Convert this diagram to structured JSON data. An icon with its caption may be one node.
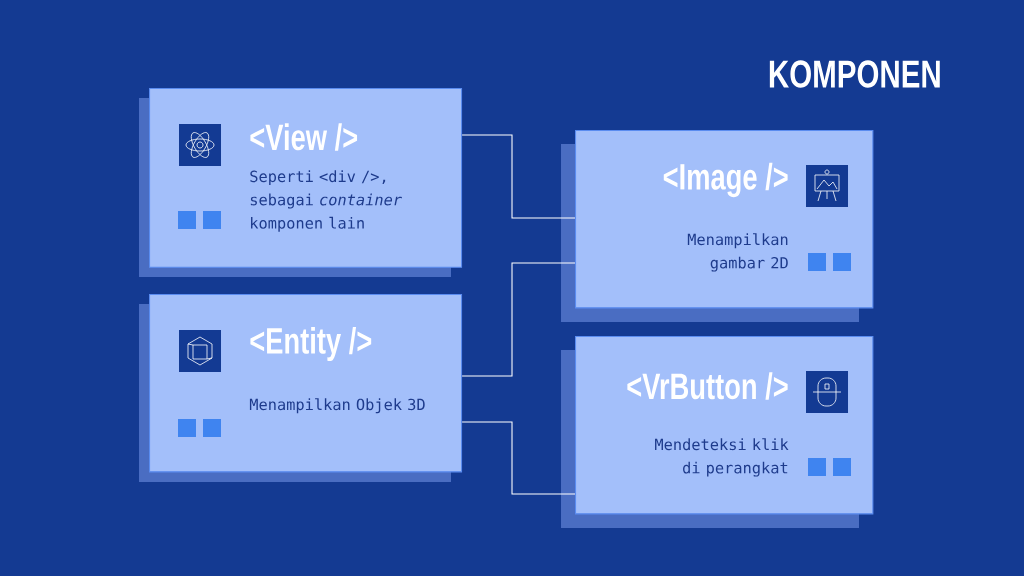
{
  "diagram": {
    "title": "KOMPONEN",
    "nodes": [
      {
        "text": [
          "<View />",
          "Seperti <div />, sebagai *container* komponen lain"
        ]
      },
      {
        "text": [
          "<Image />",
          "Menampilkan gambar 2D"
        ]
      },
      {
        "text": [
          "<Entity />",
          "Menampilkan Objek 3D"
        ]
      },
      {
        "text": [
          "<VrButton />",
          "Mendeteksi klik di perangkat"
        ]
      }
    ],
    "edges": [
      {
        "from": 0,
        "to": 1,
        "arrow": "none"
      },
      {
        "from": 2,
        "to": 1,
        "arrow": "none"
      },
      {
        "from": 2,
        "to": 3,
        "arrow": "none"
      }
    ]
  }
}
